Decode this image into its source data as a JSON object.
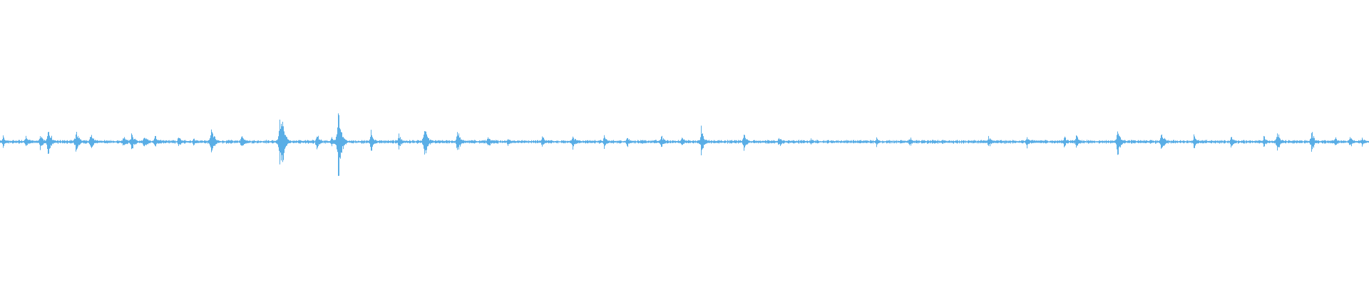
{
  "waveform": {
    "color": "#5aaee6",
    "background": "#ffffff",
    "baseline_amplitude": 0.012,
    "peaks": [
      {
        "t": 0.002,
        "a": 0.05
      },
      {
        "t": 0.019,
        "a": 0.06
      },
      {
        "t": 0.029,
        "a": 0.07
      },
      {
        "t": 0.035,
        "a": 0.16
      },
      {
        "t": 0.055,
        "a": 0.12
      },
      {
        "t": 0.066,
        "a": 0.08
      },
      {
        "t": 0.09,
        "a": 0.06
      },
      {
        "t": 0.096,
        "a": 0.09
      },
      {
        "t": 0.105,
        "a": 0.07
      },
      {
        "t": 0.113,
        "a": 0.06
      },
      {
        "t": 0.13,
        "a": 0.05
      },
      {
        "t": 0.141,
        "a": 0.04
      },
      {
        "t": 0.154,
        "a": 0.14
      },
      {
        "t": 0.176,
        "a": 0.06
      },
      {
        "t": 0.204,
        "a": 0.24
      },
      {
        "t": 0.206,
        "a": 0.18
      },
      {
        "t": 0.231,
        "a": 0.08
      },
      {
        "t": 0.242,
        "a": 0.05
      },
      {
        "t": 0.247,
        "a": 0.33
      },
      {
        "t": 0.271,
        "a": 0.09
      },
      {
        "t": 0.291,
        "a": 0.06
      },
      {
        "t": 0.31,
        "a": 0.16
      },
      {
        "t": 0.334,
        "a": 0.11
      },
      {
        "t": 0.356,
        "a": 0.06
      },
      {
        "t": 0.371,
        "a": 0.04
      },
      {
        "t": 0.396,
        "a": 0.05
      },
      {
        "t": 0.418,
        "a": 0.06
      },
      {
        "t": 0.441,
        "a": 0.06
      },
      {
        "t": 0.458,
        "a": 0.05
      },
      {
        "t": 0.483,
        "a": 0.06
      },
      {
        "t": 0.498,
        "a": 0.05
      },
      {
        "t": 0.512,
        "a": 0.12
      },
      {
        "t": 0.543,
        "a": 0.08
      },
      {
        "t": 0.569,
        "a": 0.05
      },
      {
        "t": 0.592,
        "a": 0.03
      },
      {
        "t": 0.64,
        "a": 0.04
      },
      {
        "t": 0.664,
        "a": 0.05
      },
      {
        "t": 0.688,
        "a": 0.03
      },
      {
        "t": 0.722,
        "a": 0.06
      },
      {
        "t": 0.75,
        "a": 0.05
      },
      {
        "t": 0.777,
        "a": 0.06
      },
      {
        "t": 0.786,
        "a": 0.07
      },
      {
        "t": 0.816,
        "a": 0.12
      },
      {
        "t": 0.848,
        "a": 0.1
      },
      {
        "t": 0.872,
        "a": 0.07
      },
      {
        "t": 0.899,
        "a": 0.06
      },
      {
        "t": 0.923,
        "a": 0.06
      },
      {
        "t": 0.933,
        "a": 0.1
      },
      {
        "t": 0.958,
        "a": 0.1
      },
      {
        "t": 0.975,
        "a": 0.05
      },
      {
        "t": 0.986,
        "a": 0.06
      },
      {
        "t": 0.995,
        "a": 0.04
      }
    ]
  }
}
